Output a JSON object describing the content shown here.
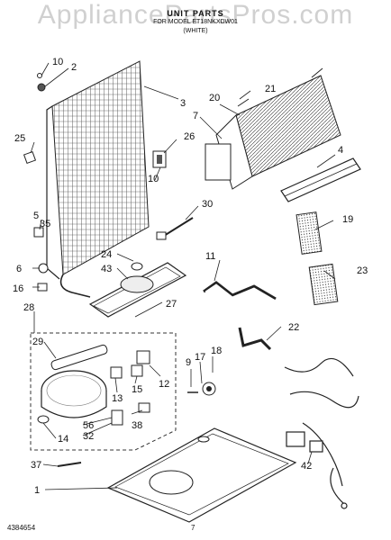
{
  "header": {
    "title": "UNIT PARTS",
    "subtitle_line1": "FOR MODEL ET18NKXDW01",
    "subtitle_line2": "(WHITE)"
  },
  "watermark": "AppliancePartsPros.com",
  "footer": {
    "doc_number": "4384654",
    "page_number": "7"
  },
  "callouts": [
    "10",
    "2",
    "3",
    "20",
    "21",
    "7",
    "25",
    "26",
    "4",
    "10",
    "30",
    "19",
    "5",
    "35",
    "24",
    "11",
    "23",
    "6",
    "43",
    "16",
    "27",
    "22",
    "28",
    "29",
    "18",
    "9",
    "17",
    "13",
    "15",
    "12",
    "38",
    "56",
    "32",
    "14",
    "37",
    "42",
    "1"
  ]
}
